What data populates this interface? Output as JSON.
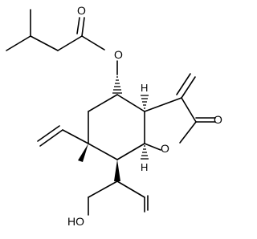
{
  "molecule": {
    "atoms": {
      "ester_oxygen": "O",
      "carbonyl_oxygen": "O",
      "lactone_carbonyl_oxygen": "O",
      "ring_oxygen": "O",
      "hydroxyl": "HO",
      "stereo_h_top": "H",
      "stereo_h_bottom": "H"
    },
    "colors": {
      "bond": "#000000",
      "label": "#000000",
      "background": "#ffffff"
    }
  }
}
